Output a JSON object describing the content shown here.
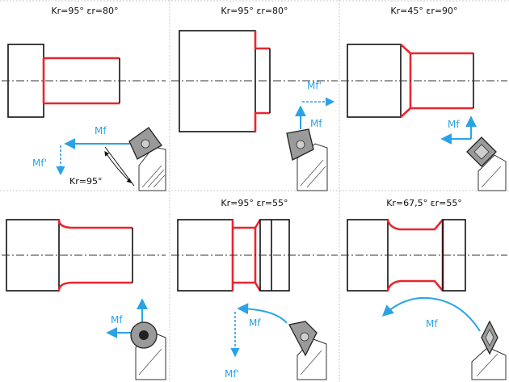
{
  "panels": [
    {
      "title": "Kr=95°  εr=80°",
      "labels": {
        "mf": "Mf",
        "mf_prime": "Mf'",
        "kr": "Kr=95°"
      }
    },
    {
      "title": "Kr=95°  εr=80°",
      "labels": {
        "mf": "Mf",
        "mf_prime": "Mf'"
      }
    },
    {
      "title": "Kr=45°  εr=90°",
      "labels": {
        "mf": "Mf"
      }
    },
    {
      "title": "",
      "labels": {
        "mf": "Mf"
      }
    },
    {
      "title": "Kr=95°  εr=55°",
      "labels": {
        "mf": "Mf",
        "mf_prime": "Mf'"
      }
    },
    {
      "title": "Kr=67,5°  εr=55°",
      "labels": {
        "mf": "Mf"
      }
    }
  ],
  "colors": {
    "workpiece_outline": "#111111",
    "machined_profile": "#e8262f",
    "feed_arrow": "#2aa3e6",
    "insert": "#9a9a9a",
    "grid": "#c8c8c8"
  },
  "icons": [
    "arrow-icon",
    "insert-icon",
    "tool-holder-icon"
  ]
}
